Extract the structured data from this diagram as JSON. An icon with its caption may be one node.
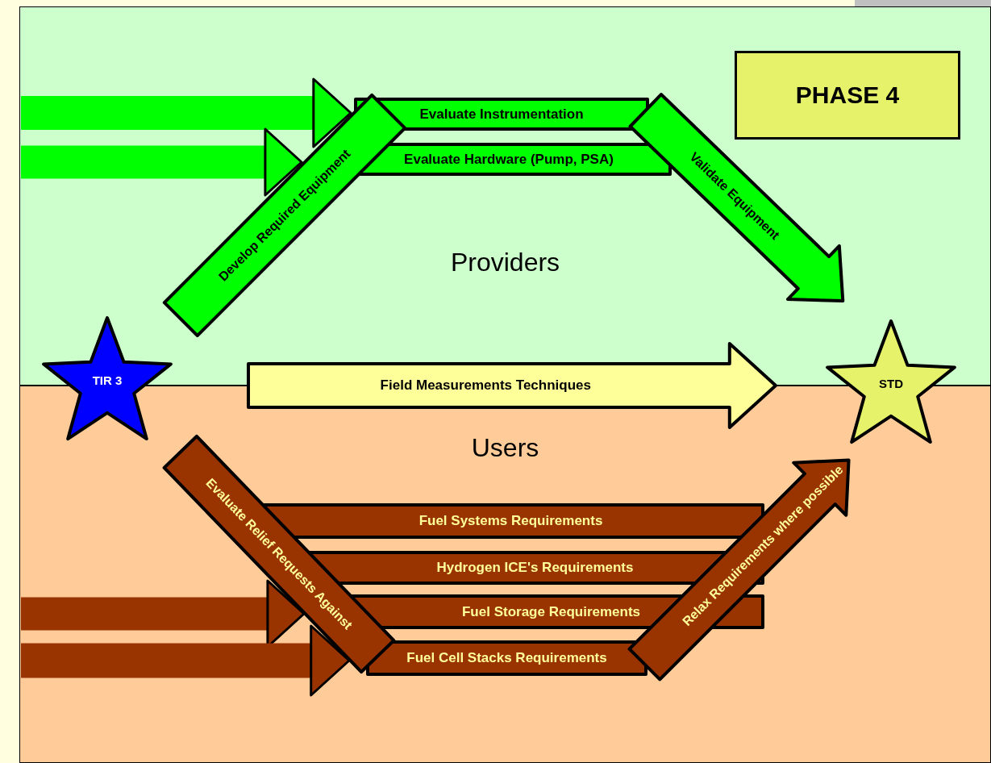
{
  "diagram": {
    "nodes": [
      {
        "text": [
          "Providers"
        ]
      },
      {
        "text": [
          "Users"
        ]
      },
      {
        "text": [
          "PHASE 4"
        ],
        "in": 0
      },
      {
        "text": [
          "TIR 3"
        ]
      },
      {
        "text": [
          "STD"
        ]
      },
      {
        "text": [
          "Develop Required Equipment"
        ],
        "in": 0
      },
      {
        "text": [
          "Evaluate Instrumentation"
        ],
        "in": 0
      },
      {
        "text": [
          "Evaluate Hardware (Pump, PSA)"
        ],
        "in": 0
      },
      {
        "text": [
          "Validate Equipment"
        ],
        "in": 0
      },
      {
        "text": [
          "Field Measurements Techniques"
        ]
      },
      {
        "text": [
          "Evaluate Relief Requests Against"
        ],
        "in": 1
      },
      {
        "text": [
          "Fuel Systems Requirements"
        ],
        "in": 1
      },
      {
        "text": [
          "Hydrogen ICE's Requirements"
        ],
        "in": 1
      },
      {
        "text": [
          "Fuel Storage Requirements"
        ],
        "in": 1
      },
      {
        "text": [
          "Fuel Cell Stacks Requirements"
        ],
        "in": 1
      },
      {
        "text": [
          "Relax Requirements where possible"
        ],
        "in": 1
      }
    ],
    "edges": [
      {
        "from": null,
        "to": 5,
        "arrow": "to",
        "color": "#00ff00"
      },
      {
        "from": null,
        "to": 5,
        "arrow": "to",
        "color": "#00ff00"
      },
      {
        "from": null,
        "to": 10,
        "arrow": "to",
        "color": "#993300"
      },
      {
        "from": null,
        "to": 10,
        "arrow": "to",
        "color": "#993300"
      }
    ]
  }
}
